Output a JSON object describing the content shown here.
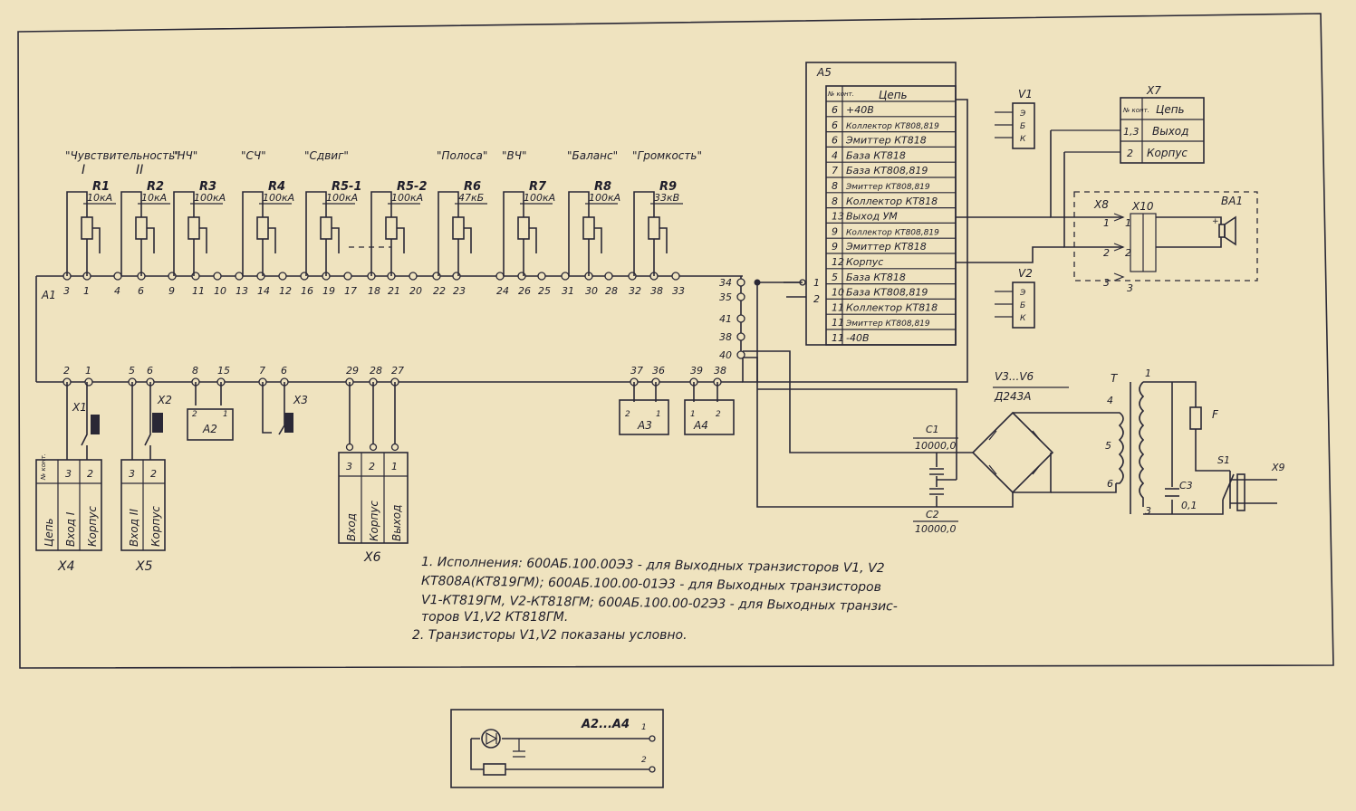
{
  "colors": {
    "paper": "#efe3bf",
    "ink": "#2a2836"
  },
  "a1": {
    "ref": "A1",
    "top_pins": [
      "3",
      "1",
      "4",
      "6",
      "9",
      "11",
      "10",
      "13",
      "14",
      "12",
      "16",
      "19",
      "17",
      "18",
      "21",
      "20",
      "22",
      "23",
      "24",
      "26",
      "25",
      "31",
      "30",
      "28",
      "32",
      "38",
      "33"
    ],
    "bottom_pins": [
      "2",
      "1",
      "5",
      "6",
      "8",
      "15",
      "7",
      "6",
      "29",
      "28",
      "27",
      "37",
      "36",
      "39",
      "38"
    ],
    "right_pins": [
      "34",
      "35",
      "41",
      "38",
      "40"
    ]
  },
  "controls": [
    {
      "ref": "R1",
      "value": "10кА",
      "function": "Чувствительность",
      "sub": "I"
    },
    {
      "ref": "R2",
      "value": "10кА",
      "function": "",
      "sub": "II"
    },
    {
      "ref": "R3",
      "value": "100кА",
      "function": "НЧ",
      "sub": ""
    },
    {
      "ref": "R4",
      "value": "100кА",
      "function": "СЧ",
      "sub": ""
    },
    {
      "ref": "R5-1",
      "value": "100кА",
      "function": "Сдвиг",
      "sub": ""
    },
    {
      "ref": "R5-2",
      "value": "100кА",
      "function": "",
      "sub": ""
    },
    {
      "ref": "R6",
      "value": "47кБ",
      "function": "Полоса",
      "sub": ""
    },
    {
      "ref": "R7",
      "value": "100кА",
      "function": "ВЧ",
      "sub": ""
    },
    {
      "ref": "R8",
      "value": "100кА",
      "function": "Баланс",
      "sub": ""
    },
    {
      "ref": "R9",
      "value": "33кВ",
      "function": "Громкость",
      "sub": ""
    }
  ],
  "a5": {
    "ref": "A5",
    "header": [
      "№ конт.",
      "Цепь"
    ],
    "rows": [
      [
        "6",
        "+40В"
      ],
      [
        "6",
        "Коллектор КТ808,819"
      ],
      [
        "6",
        "Эмиттер КТ818"
      ],
      [
        "4",
        "База КТ818"
      ],
      [
        "7",
        "База КТ808,819"
      ],
      [
        "8",
        "Эмиттер КТ808,819"
      ],
      [
        "8",
        "Коллектор КТ818"
      ],
      [
        "13",
        "Выход УМ"
      ],
      [
        "9",
        "Коллектор КТ808,819"
      ],
      [
        "9",
        "Эмиттер КТ818"
      ],
      [
        "12",
        "Корпус"
      ],
      [
        "5",
        "База КТ818"
      ],
      [
        "10",
        "База КТ808,819"
      ],
      [
        "11",
        "Коллектор КТ818"
      ],
      [
        "11",
        "Эмиттер КТ808,819"
      ],
      [
        "11",
        "-40В"
      ]
    ],
    "pins": [
      "1",
      "2"
    ]
  },
  "v1": {
    "ref": "V1",
    "pins": [
      "Э",
      "Б",
      "К"
    ]
  },
  "v2": {
    "ref": "V2",
    "pins": [
      "Э",
      "Б",
      "К"
    ]
  },
  "x7": {
    "ref": "X7",
    "header": [
      "№ конт.",
      "Цепь"
    ],
    "rows": [
      [
        "1,3",
        "Выход"
      ],
      [
        "2",
        "Корпус"
      ]
    ]
  },
  "x8": {
    "ref": "X8",
    "pins": [
      "1",
      "2",
      "3"
    ]
  },
  "x10": {
    "ref": "X10",
    "pins": [
      "1",
      "2",
      "3"
    ]
  },
  "ba1": {
    "ref": "BA1"
  },
  "x1": {
    "ref": "X1",
    "pins": [
      "2",
      "1"
    ]
  },
  "x2": {
    "ref": "X2",
    "pins": [
      "5",
      "6"
    ]
  },
  "x3": {
    "ref": "X3",
    "pins": [
      "7",
      "6"
    ]
  },
  "x4": {
    "ref": "X4",
    "header": [
      "№ конт.",
      "3",
      "2"
    ],
    "cells": [
      "Цепь",
      "Вход I",
      "Корпус"
    ]
  },
  "x5": {
    "ref": "X5",
    "header": [
      "3",
      "2"
    ],
    "cells": [
      "Вход II",
      "Корпус"
    ]
  },
  "x6": {
    "ref": "X6",
    "header": [
      "3",
      "2",
      "1"
    ],
    "cells": [
      "Вход",
      "Корпус",
      "Выход"
    ]
  },
  "a2": {
    "ref": "A2",
    "pins": [
      "2",
      "1"
    ]
  },
  "a3": {
    "ref": "A3",
    "pins": [
      "2",
      "1"
    ]
  },
  "a4": {
    "ref": "A4",
    "pins": [
      "1",
      "2"
    ]
  },
  "power": {
    "bridge_label": "V3...V6",
    "bridge_type": "Д243А",
    "c1": {
      "ref": "C1",
      "value": "10000,0"
    },
    "c2": {
      "ref": "C2",
      "value": "10000,0"
    },
    "transformer": {
      "ref": "T",
      "pins": [
        "1",
        "4",
        "5",
        "6",
        "3"
      ]
    },
    "fuse": "F",
    "c3": {
      "ref": "C3",
      "value": "0,1"
    },
    "switch": "S1",
    "plug": "X9"
  },
  "notes": [
    "1. Исполнения: 600АБ.100.00Э3 - для Выходных транзисторов V1, V2",
    "КТ808А(КТ819ГМ); 600АБ.100.00-01Э3 - для Выходных транзисторов",
    "V1-КТ819ГМ, V2-КТ818ГМ; 600АБ.100.00-02Э3 - для Выходных транзис-",
    "торов V1,V2 КТ818ГМ.",
    "2. Транзисторы V1,V2 показаны условно."
  ],
  "detail": {
    "title": "А2...А4",
    "pins": [
      "1",
      "2"
    ]
  }
}
